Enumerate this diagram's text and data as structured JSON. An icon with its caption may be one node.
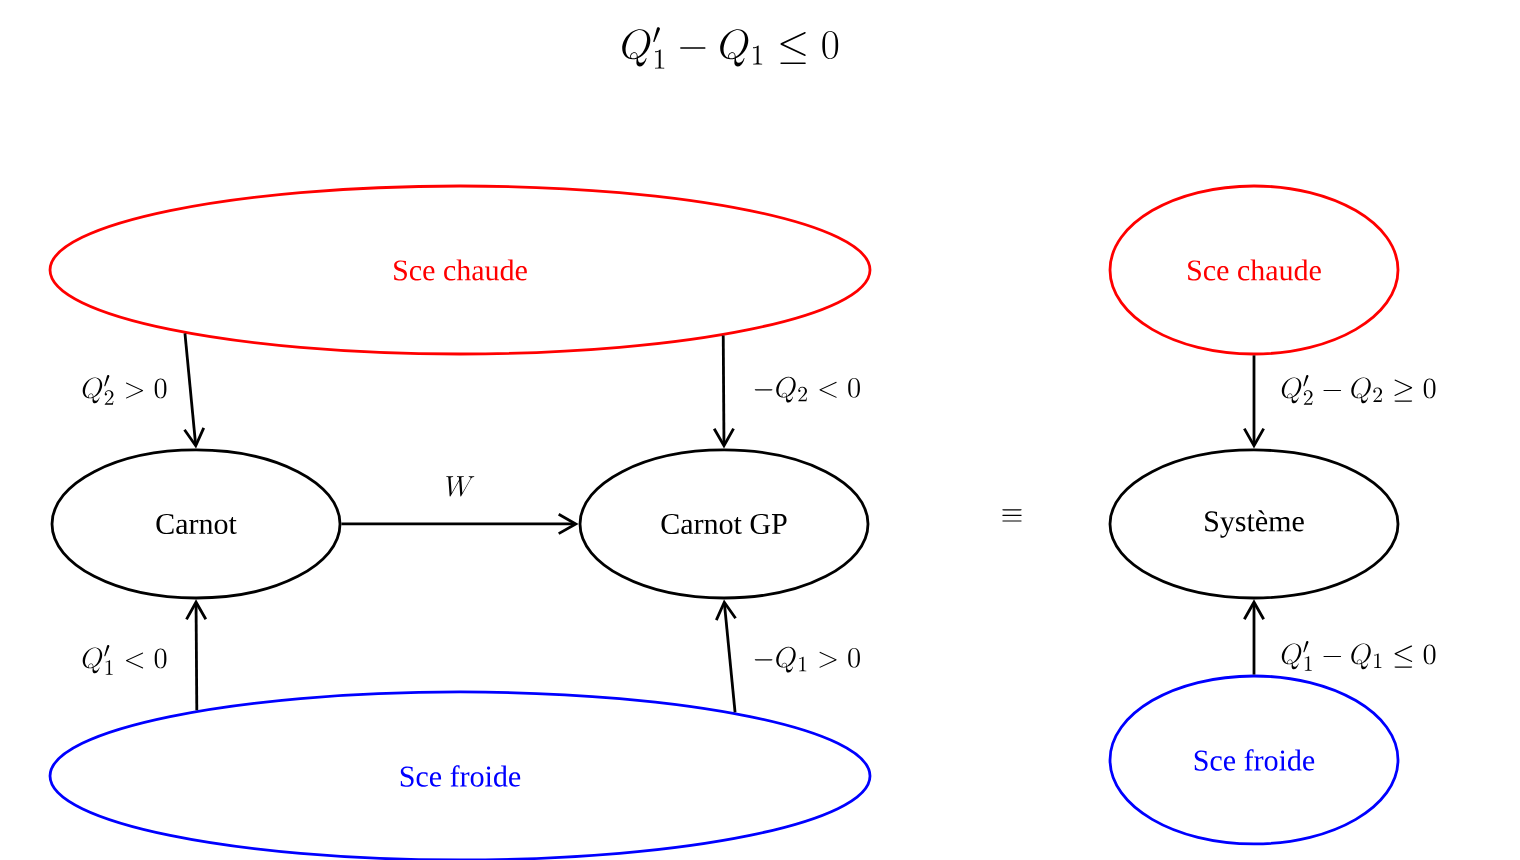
{
  "diagram": {
    "title": "Q'_1 - Q_1 \\leq 0",
    "nodes": [
      {
        "text": [
          "Sce chaude"
        ]
      },
      {
        "text": [
          "Sce chaude"
        ]
      },
      {
        "text": [
          "Carnot"
        ]
      },
      {
        "text": [
          "Carnot GP"
        ]
      },
      {
        "text": [
          "Système"
        ]
      },
      {
        "text": [
          "Sce froide"
        ]
      },
      {
        "text": [
          "Sce froide"
        ]
      }
    ],
    "edges": [
      {
        "from": 0,
        "to": 2,
        "arrow": "to",
        "label": "Q'_2 > 0"
      },
      {
        "from": 5,
        "to": 2,
        "arrow": "to",
        "label": "Q'_1 < 0"
      },
      {
        "from": 2,
        "to": 3,
        "arrow": "to",
        "label": "W"
      },
      {
        "from": 0,
        "to": 3,
        "arrow": "to",
        "label": "-Q_2 < 0"
      },
      {
        "from": 5,
        "to": 3,
        "arrow": "to",
        "label": "-Q_1 > 0"
      },
      {
        "from": 1,
        "to": 4,
        "arrow": "to",
        "label": "Q'_2 - Q_2 \\geq 0"
      },
      {
        "from": 6,
        "to": 4,
        "arrow": "to",
        "label": "Q'_1 - Q_1 \\leq 0"
      }
    ],
    "labels": [
      "\\equiv"
    ]
  }
}
